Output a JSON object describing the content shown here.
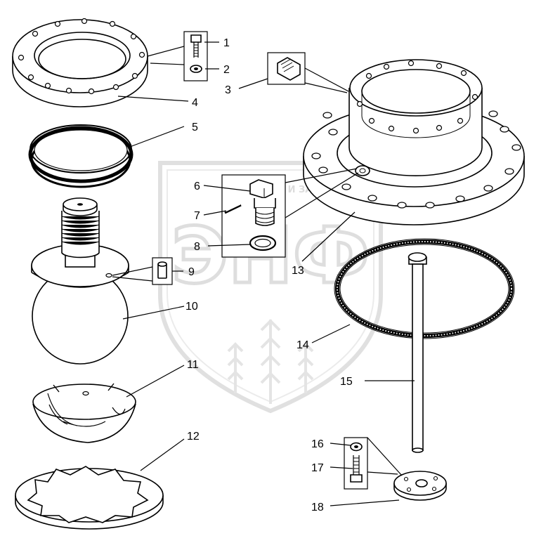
{
  "watermark": {
    "logo_text": "ЭНФ",
    "brand_text": "ТЕХНИКА И ЗАПЧАСТИ"
  },
  "callouts": [
    {
      "num": "1"
    },
    {
      "num": "2"
    },
    {
      "num": "3"
    },
    {
      "num": "4"
    },
    {
      "num": "5"
    },
    {
      "num": "6"
    },
    {
      "num": "7"
    },
    {
      "num": "8"
    },
    {
      "num": "9"
    },
    {
      "num": "10"
    },
    {
      "num": "11"
    },
    {
      "num": "12"
    },
    {
      "num": "13"
    },
    {
      "num": "14"
    },
    {
      "num": "15"
    },
    {
      "num": "16"
    },
    {
      "num": "17"
    },
    {
      "num": "18"
    }
  ],
  "colors": {
    "line": "#000000",
    "paper": "#ffffff",
    "watermark": "#d9d9d9"
  }
}
